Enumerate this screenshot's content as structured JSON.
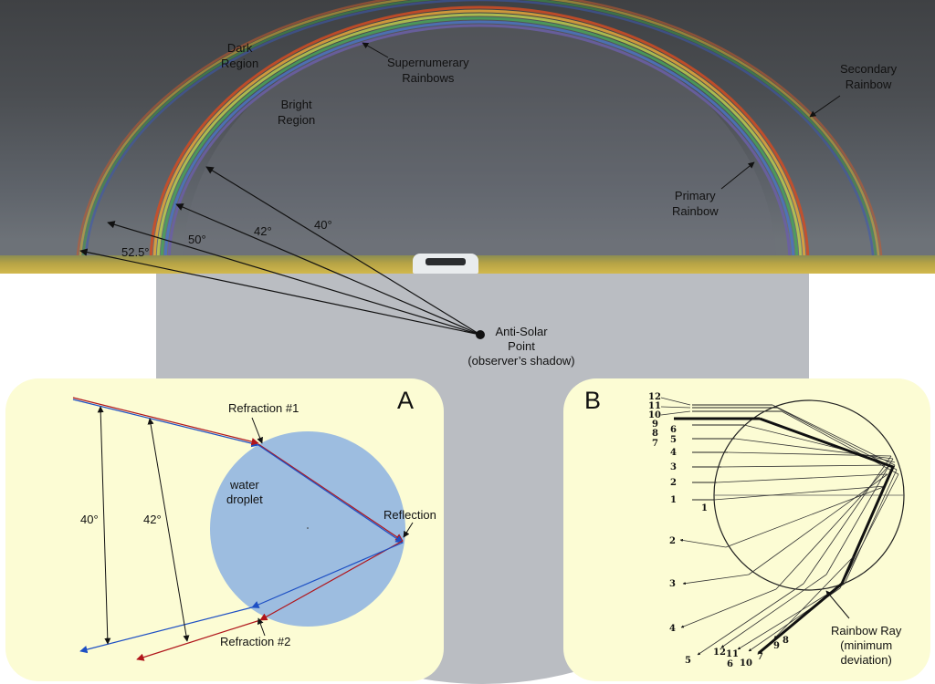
{
  "photo": {
    "labels": {
      "dark_region": "Dark\nRegion",
      "supernumerary": "Supernumerary\nRainbows",
      "secondary": "Secondary\nRainbow",
      "bright_region": "Bright\nRegion",
      "primary": "Primary\nRainbow"
    },
    "angles": {
      "a40": "40°",
      "a42": "42°",
      "a50": "50°",
      "a525": "52.5°"
    }
  },
  "anti_solar": {
    "label": "Anti-Solar\nPoint\n(observer’s shadow)"
  },
  "panel_a": {
    "letter": "A",
    "refraction1": "Refraction #1",
    "droplet": "water\ndroplet",
    "reflection": "Reflection",
    "refraction2": "Refraction #2",
    "angle40": "40°",
    "angle42": "42°"
  },
  "panel_b": {
    "letter": "B",
    "rainbow_ray": "Rainbow Ray\n(minimum\ndeviation)",
    "left_numbers": [
      "12",
      "11",
      "10",
      "9",
      "6",
      "8",
      "5",
      "7",
      "4",
      "3",
      "2",
      "1"
    ],
    "exit_numbers": [
      "1",
      "2",
      "3",
      "4",
      "5",
      "12",
      "11",
      "6",
      "10",
      "7",
      "9",
      "8"
    ]
  },
  "colors": {
    "shadow": "#babdc2",
    "panel": "#fcfcd4",
    "droplet": "#9dbde0",
    "red_ray": "#b0151b",
    "blue_ray": "#1d4fc4"
  }
}
